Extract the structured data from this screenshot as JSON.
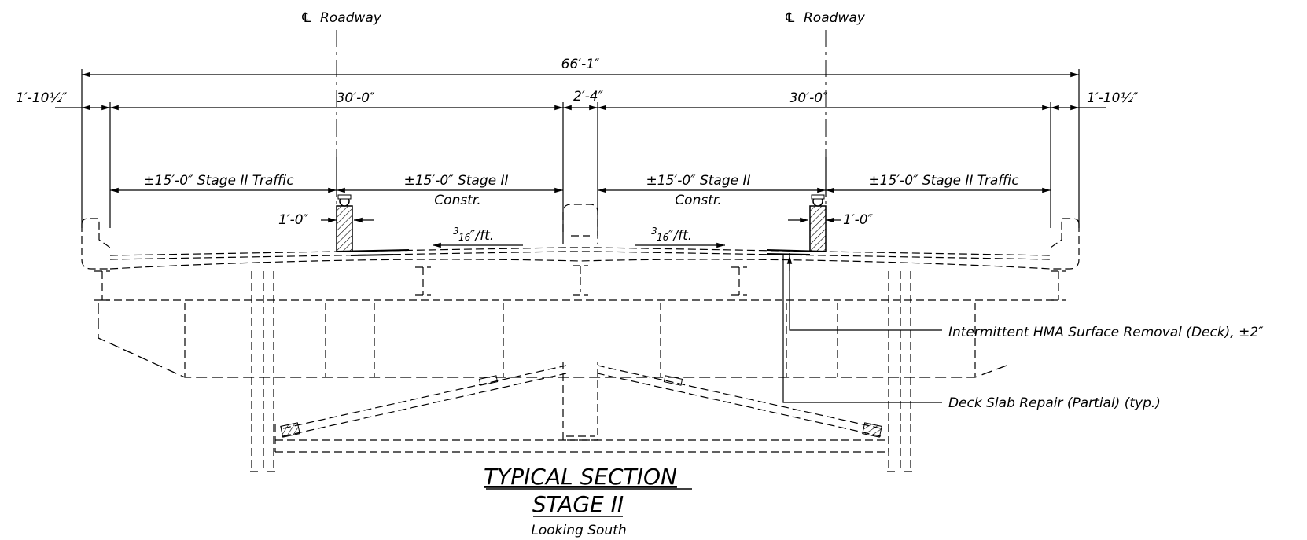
{
  "centerlines": [
    {
      "symbol": "℄",
      "label": "Roadway"
    },
    {
      "symbol": "℄",
      "label": "Roadway"
    }
  ],
  "dimensions": {
    "overall": "66′-1″",
    "left_edge": "1′-10½″",
    "right_edge": "1′-10½″",
    "left_roadway": "30′-0″",
    "median": "2′-4″",
    "right_roadway": "30′-0″",
    "left_traffic": "±15′-0″ Stage II Traffic",
    "left_constr_1": "±15′-0″ Stage II",
    "left_constr_2": "Constr.",
    "right_constr_1": "±15′-0″ Stage II",
    "right_constr_2": "Constr.",
    "right_traffic": "±15′-0″ Stage II Traffic",
    "left_barrier_offset": "1′-0″",
    "right_barrier_offset": "1′-0″"
  },
  "slopes": [
    {
      "num": "3",
      "den": "16",
      "unit": "″/ft."
    },
    {
      "num": "3",
      "den": "16",
      "unit": "″/ft."
    }
  ],
  "callouts": {
    "hma": "Intermittent HMA Surface Removal (Deck), ±2″",
    "deck_repair": "Deck Slab Repair (Partial) (typ.)"
  },
  "title": {
    "line1": "TYPICAL SECTION",
    "line2": "STAGE II",
    "sub": "Looking South"
  }
}
